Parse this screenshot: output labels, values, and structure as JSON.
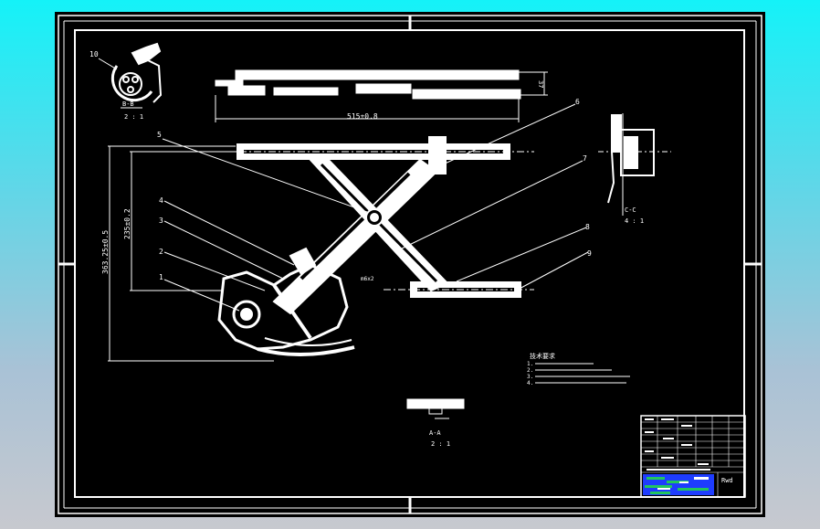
{
  "drawing": {
    "section_bb": "B-B",
    "section_bb_scale": "2 : 1",
    "section_cc": "C-C",
    "section_cc_scale": "4 : 1",
    "section_aa": "A-A",
    "section_aa_scale": "2 : 1",
    "dim_overall_length": "515±0.8",
    "dim_height": "37",
    "dim_vertical_outer": "363.25±0.5",
    "dim_vertical_inner": "235±0.2",
    "part_number_10": "10",
    "part_labels": [
      "1",
      "2",
      "3",
      "4",
      "5",
      "6",
      "7",
      "8",
      "9"
    ],
    "inner_note": "m6x2",
    "tech_req_title": "技术要求",
    "tech_req_lines": [
      "1.",
      "2.",
      "3.",
      "4."
    ]
  },
  "title_block": {
    "designer_tag": "Rwd"
  },
  "colors": {
    "background_top": "#14f2f8",
    "background_bottom": "#c7c9cf",
    "sheet": "#000000",
    "lines": "#ffffff",
    "title_block_accent": "#1e3cff",
    "title_block_green": "#22c55e"
  }
}
